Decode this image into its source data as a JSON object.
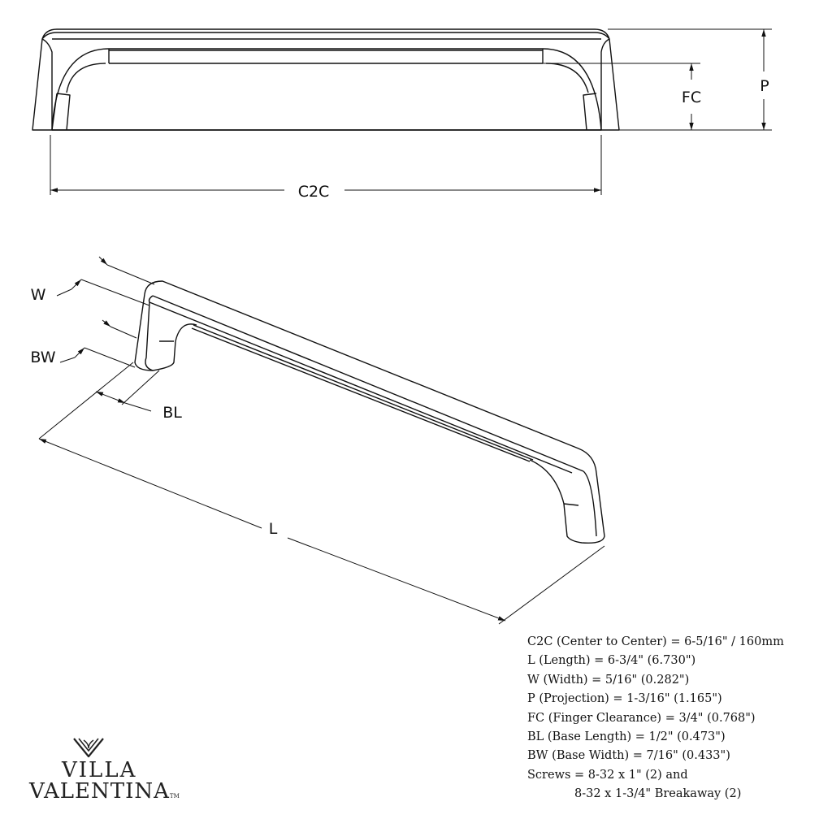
{
  "dimension_labels": {
    "c2c": "C2C",
    "fc": "FC",
    "p": "P",
    "w": "W",
    "bw": "BW",
    "bl": "BL",
    "l": "L"
  },
  "specs": [
    "C2C (Center to Center) = 6-5/16\" / 160mm",
    "L (Length) = 6-3/4\" (6.730\")",
    "W (Width) = 5/16\" (0.282\")",
    "P (Projection) = 1-3/16\" (1.165\")",
    "FC (Finger Clearance) = 3/4\" (0.768\")",
    "BL (Base Length) = 1/2\" (0.473\")",
    "BW (Base Width) = 7/16\" (0.433\")",
    "Screws = 8-32 x 1\" (2) and",
    "8-32 x 1-3/4\" Breakaway (2)"
  ],
  "brand": {
    "line1": "VILLA",
    "line2": "VALENTINA",
    "trademark": "TM",
    "logo_icon": "v-chevron-leaf-icon"
  },
  "colors": {
    "line": "#111111",
    "background": "#ffffff"
  }
}
